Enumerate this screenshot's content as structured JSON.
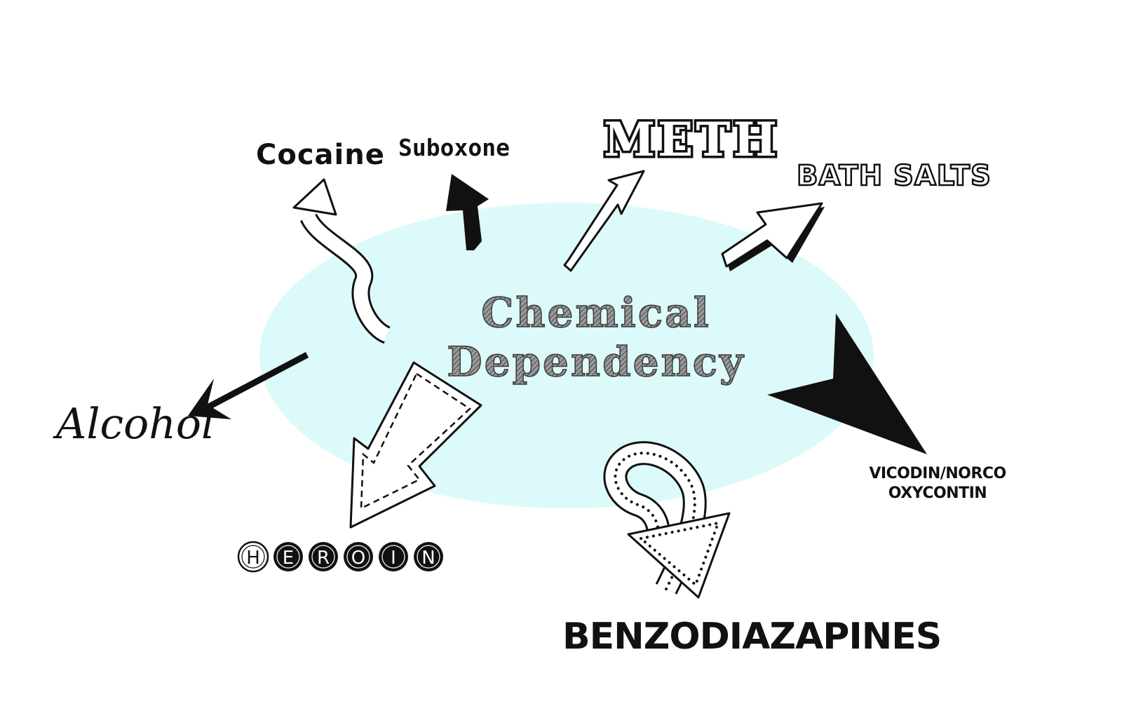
{
  "center": {
    "line1": "Chemical",
    "line2": "Dependency"
  },
  "labels": {
    "cocaine": "Cocaine",
    "suboxone": "Suboxone",
    "meth": "METH",
    "bath_salts": "BATH SALTS",
    "alcohol": "Alcohol",
    "vicodin": "VICODIN/NORCO",
    "oxycontin": "OXYCONTIN",
    "benzodiazapines": "BENZODIAZAPINES"
  },
  "heroin_letters": [
    "H",
    "E",
    "R",
    "O",
    "I",
    "N"
  ],
  "colors": {
    "ellipse": "#dcfaf9",
    "ink": "#111111",
    "center_text": "#8a8a8a",
    "center_stroke": "#3a3a3a",
    "paper": "#ffffff"
  }
}
